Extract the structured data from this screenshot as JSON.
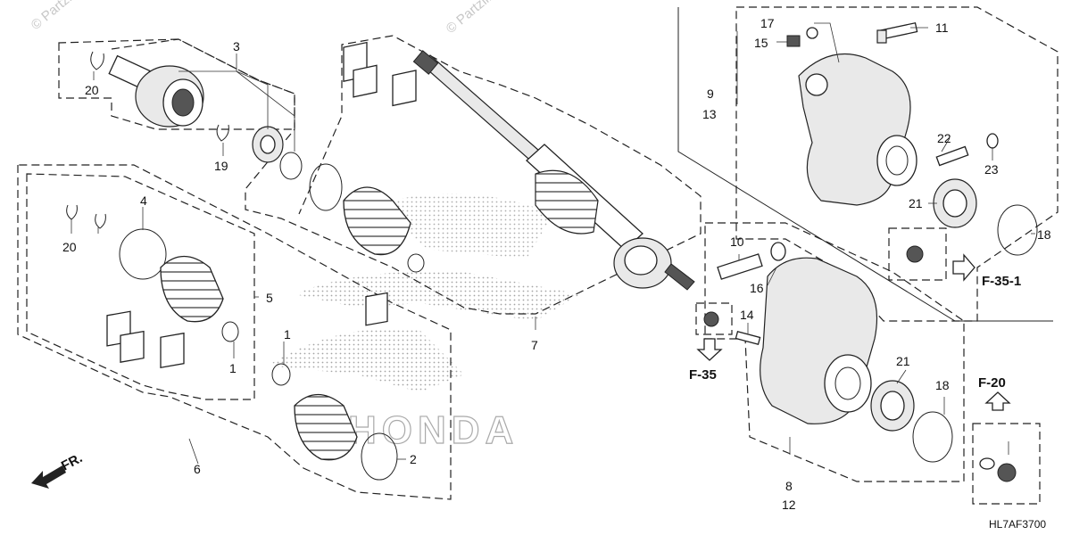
{
  "watermarks": [
    "© Partzilla.com",
    "© Partzilla.com"
  ],
  "brand_mark": "HONDA",
  "diagram_code": "HL7AF3700",
  "direction_indicator": "FR.",
  "callouts": {
    "p1a": "1",
    "p1b": "1",
    "p2": "2",
    "p3": "3",
    "p4": "4",
    "p5": "5",
    "p6": "6",
    "p7": "7",
    "p8": "8",
    "p9": "9",
    "p10": "10",
    "p11": "11",
    "p12": "12",
    "p13": "13",
    "p14": "14",
    "p15": "15",
    "p16": "16",
    "p17": "17",
    "p18a": "18",
    "p18b": "18",
    "p19": "19",
    "p20a": "20",
    "p20b": "20",
    "p21a": "21",
    "p21b": "21",
    "p22": "22",
    "p23": "23"
  },
  "references": {
    "f35_1": "F-35-1",
    "f35": "F-35",
    "f20": "F-20"
  }
}
